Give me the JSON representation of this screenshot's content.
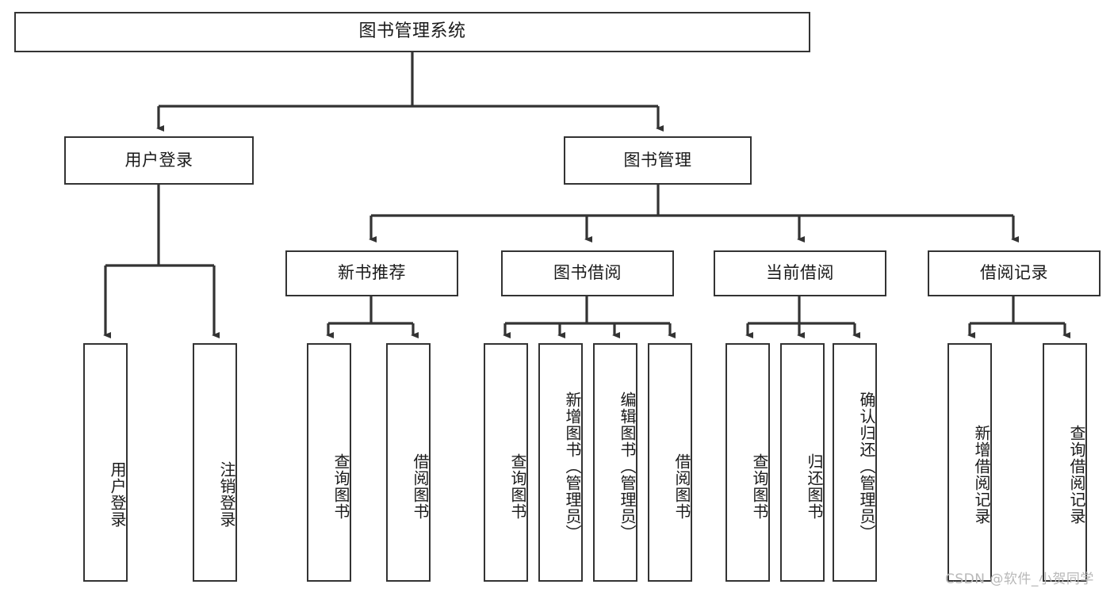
{
  "diagram": {
    "title": "图书管理系统",
    "type": "hierarchy-tree",
    "levels": 4,
    "colors": {
      "box_border": "#333333",
      "box_fill": "#ffffff",
      "connector": "#333333",
      "text": "#1a1a1a",
      "watermark": "#b8b8b8"
    },
    "root": {
      "label": "图书管理系统"
    },
    "level2": [
      {
        "label": "用户登录"
      },
      {
        "label": "图书管理"
      }
    ],
    "level3": [
      {
        "label": "新书推荐"
      },
      {
        "label": "图书借阅"
      },
      {
        "label": "当前借阅"
      },
      {
        "label": "借阅记录"
      }
    ],
    "leaves": {
      "user_login": [
        {
          "label": "用户登录"
        },
        {
          "label": "注销登录"
        }
      ],
      "new_book_recommend": [
        {
          "label": "查询图书"
        },
        {
          "label": "借阅图书"
        }
      ],
      "book_borrow": [
        {
          "label": "查询图书"
        },
        {
          "label": "新增图书（管理员）"
        },
        {
          "label": "编辑图书（管理员）"
        },
        {
          "label": "借阅图书"
        }
      ],
      "current_borrow": [
        {
          "label": "查询图书"
        },
        {
          "label": "归还图书"
        },
        {
          "label": "确认归还（管理员）"
        }
      ],
      "borrow_record": [
        {
          "label": "新增借阅记录"
        },
        {
          "label": "查询借阅记录"
        }
      ]
    }
  },
  "watermark": {
    "text": "CSDN @软件_小贺同学"
  }
}
